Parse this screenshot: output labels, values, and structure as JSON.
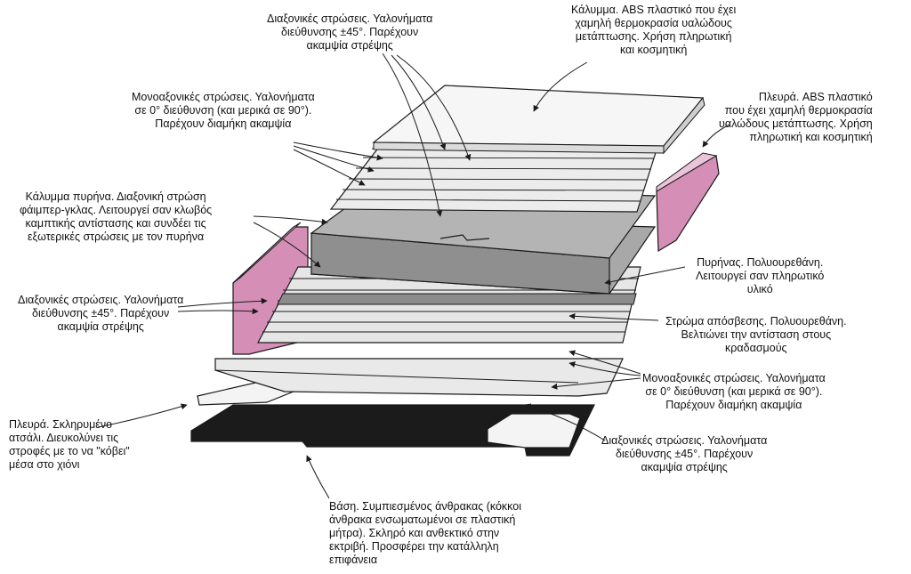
{
  "colors": {
    "background": "#ffffff",
    "line": "#1a1a1a",
    "pink_sidewall": "#d58fb6",
    "pink_light": "#ecc4d9",
    "core_gray": "#8f8f8f",
    "core_top": "#b4b4b4",
    "base_black": "#1b1b1b",
    "layer_light": "#ececec",
    "layer_mid": "#d8d8d8",
    "damping_dark": "#8c8c8c"
  },
  "labels": {
    "top_diagonal": "Διαξονικές στρώσεις. Υαλονήματα\nδιεύθυνσης ±45°. Παρέχουν\nακαμψία στρέψης",
    "top_cover": "Κάλυμμα. ABS πλαστικό που έχει\nχαμηλή θερμοκρασία υαλώδους\nμετάπτωσης. Χρήση πληρωτική\nκαι κοσμητική",
    "top_unidirectional": "Μονοαξονικές στρώσεις. Υαλονήματα\nσε 0° διεύθυνση (και μερικά σε 90°).\nΠαρέχουν διαμήκη ακαμψία",
    "sidewall_abs": "Πλευρά. ABS πλαστικό\nπου έχει χαμηλή θερμοκρασία\nυαλώδους μετάπτωσης. Χρήση\nπληρωτική και κοσμητική",
    "core_cover": "Κάλυμμα πυρήνα. Διαξονική στρώση\nφάιμπερ-γκλας. Λειτουργεί σαν κλωβός\nκαμπτικής αντίστασης και συνδέει τις\nεξωτερικές στρώσεις με τον πυρήνα",
    "core": "Πυρήνας. Πολυουρεθάνη.\nΛειτουργεί σαν πληρωτικό\nυλικό",
    "left_diagonal": "Διαξονικές στρώσεις. Υαλονήματα\nδιεύθυνσης ±45°. Παρέχουν\nακαμψία στρέψης",
    "damping": "Στρώμα απόσβεσης. Πολυουρεθάνη.\nΒελτιώνει την αντίσταση στους\nκραδασμούς",
    "bottom_unidirectional": "Μονοαξονικές στρώσεις. Υαλονήματα\nσε 0° διεύθυνση (και μερικά σε 90°).\nΠαρέχουν διαμήκη ακαμψία",
    "steel_edge": "Πλευρά. Σκληρυμένο\nατσάλι. Διευκολύνει τις\nστροφές με το να \"κόβει\"\nμέσα στο χιόνι",
    "bottom_diagonal": "Διαξονικές στρώσεις. Υαλονήματα\nδιεύθυνσης ±45°. Παρέχουν\nακαμψία στρέψης",
    "base": "Βάση. Συμπιεσμένος άνθρακας (κόκκοι\nάνθρακα ενσωματωμένοι σε πλαστική\nμήτρα). Σκληρό και ανθεκτικό στην\nεκτριβή. Προσφέρει την κατάλληλη\nεπιφάνεια"
  }
}
